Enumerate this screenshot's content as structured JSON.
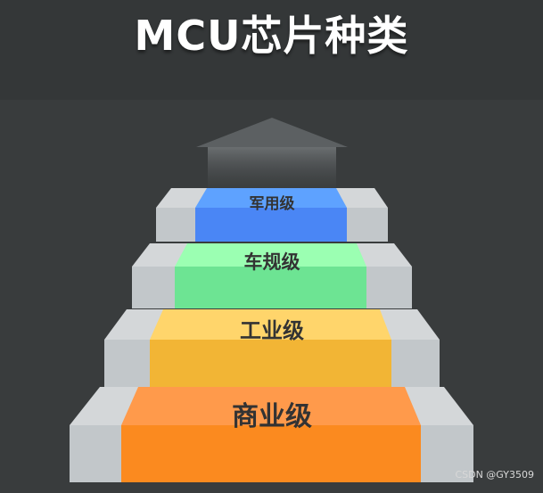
{
  "title": "MCU芯片种类",
  "watermark": "CSDN @GY3509",
  "levels": [
    {
      "label": "军用级",
      "top_color": "#5ea2ff",
      "front_color": "#4a86f5"
    },
    {
      "label": "车规级",
      "top_color": "#9bffb2",
      "front_color": "#6de493"
    },
    {
      "label": "工业级",
      "top_color": "#ffd56b",
      "front_color": "#f2b535"
    },
    {
      "label": "商业级",
      "top_color": "#ff9a4b",
      "front_color": "#fb8a1f"
    }
  ],
  "colors": {
    "background": "#393c3d",
    "header": "#343738",
    "stone_top": "#d4d7d9",
    "stone_front": "#c2c7ca",
    "arrow": "#5c6062"
  }
}
